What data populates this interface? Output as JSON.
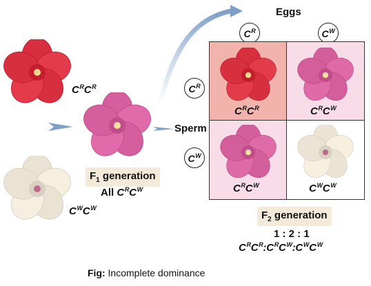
{
  "parents": {
    "red_genotype": {
      "base": "C",
      "sup1": "R",
      "base2": "C",
      "sup2": "R"
    },
    "white_genotype": {
      "base": "C",
      "sup1": "W",
      "base2": "C",
      "sup2": "W"
    }
  },
  "f1": {
    "label_main": "F",
    "label_sub": "1",
    "label_rest": " generation",
    "all_text": "All ",
    "genotype": {
      "base": "C",
      "sup1": "R",
      "base2": "C",
      "sup2": "W"
    }
  },
  "punnett": {
    "eggs_label": "Eggs",
    "sperm_label": "Sperm",
    "egg_alleles": [
      {
        "base": "C",
        "sup": "R"
      },
      {
        "base": "C",
        "sup": "W"
      }
    ],
    "sperm_alleles": [
      {
        "base": "C",
        "sup": "R"
      },
      {
        "base": "C",
        "sup": "W"
      }
    ],
    "cells": [
      {
        "base": "C",
        "sup1": "R",
        "base2": "C",
        "sup2": "R",
        "bg": "#f2b3ad",
        "petal": "#e23b4a",
        "center": "#f5d98a"
      },
      {
        "base": "C",
        "sup1": "R",
        "base2": "C",
        "sup2": "W",
        "bg": "#f8dde9",
        "petal": "#e06aa8",
        "center": "#f3e0a0"
      },
      {
        "base": "C",
        "sup1": "R",
        "base2": "C",
        "sup2": "W",
        "bg": "#f8dde9",
        "petal": "#de6aa8",
        "center": "#f3e0a0"
      },
      {
        "base": "C",
        "sup1": "W",
        "base2": "C",
        "sup2": "W",
        "bg": "#ffffff",
        "petal": "#f7efe0",
        "center": "#c06a8a"
      }
    ]
  },
  "f2": {
    "label_main": "F",
    "label_sub": "2",
    "label_rest": " generation",
    "ratio": "1 : 2 : 1",
    "ratio_genotypes": [
      {
        "base": "C",
        "sup1": "R",
        "base2": "C",
        "sup2": "R"
      },
      {
        "base": "C",
        "sup1": "R",
        "base2": "C",
        "sup2": "W"
      },
      {
        "base": "C",
        "sup1": "W",
        "base2": "C",
        "sup2": "W"
      }
    ],
    "ratio_sep": ":"
  },
  "caption": {
    "prefix": "Fig:",
    "text": " Incomplete dominance"
  },
  "colors": {
    "red_flower": "#e33a4c",
    "pink_flower": "#e06aaa",
    "white_flower": "#f6eedf",
    "arrow": "#7f9fc8",
    "label_box": "#f3ead9"
  }
}
